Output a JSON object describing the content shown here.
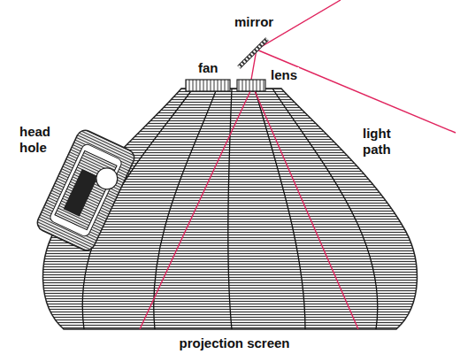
{
  "diagram": {
    "labels": [
      "mirror",
      "fan",
      "lens",
      "head hole",
      "light path",
      "projection screen"
    ]
  }
}
